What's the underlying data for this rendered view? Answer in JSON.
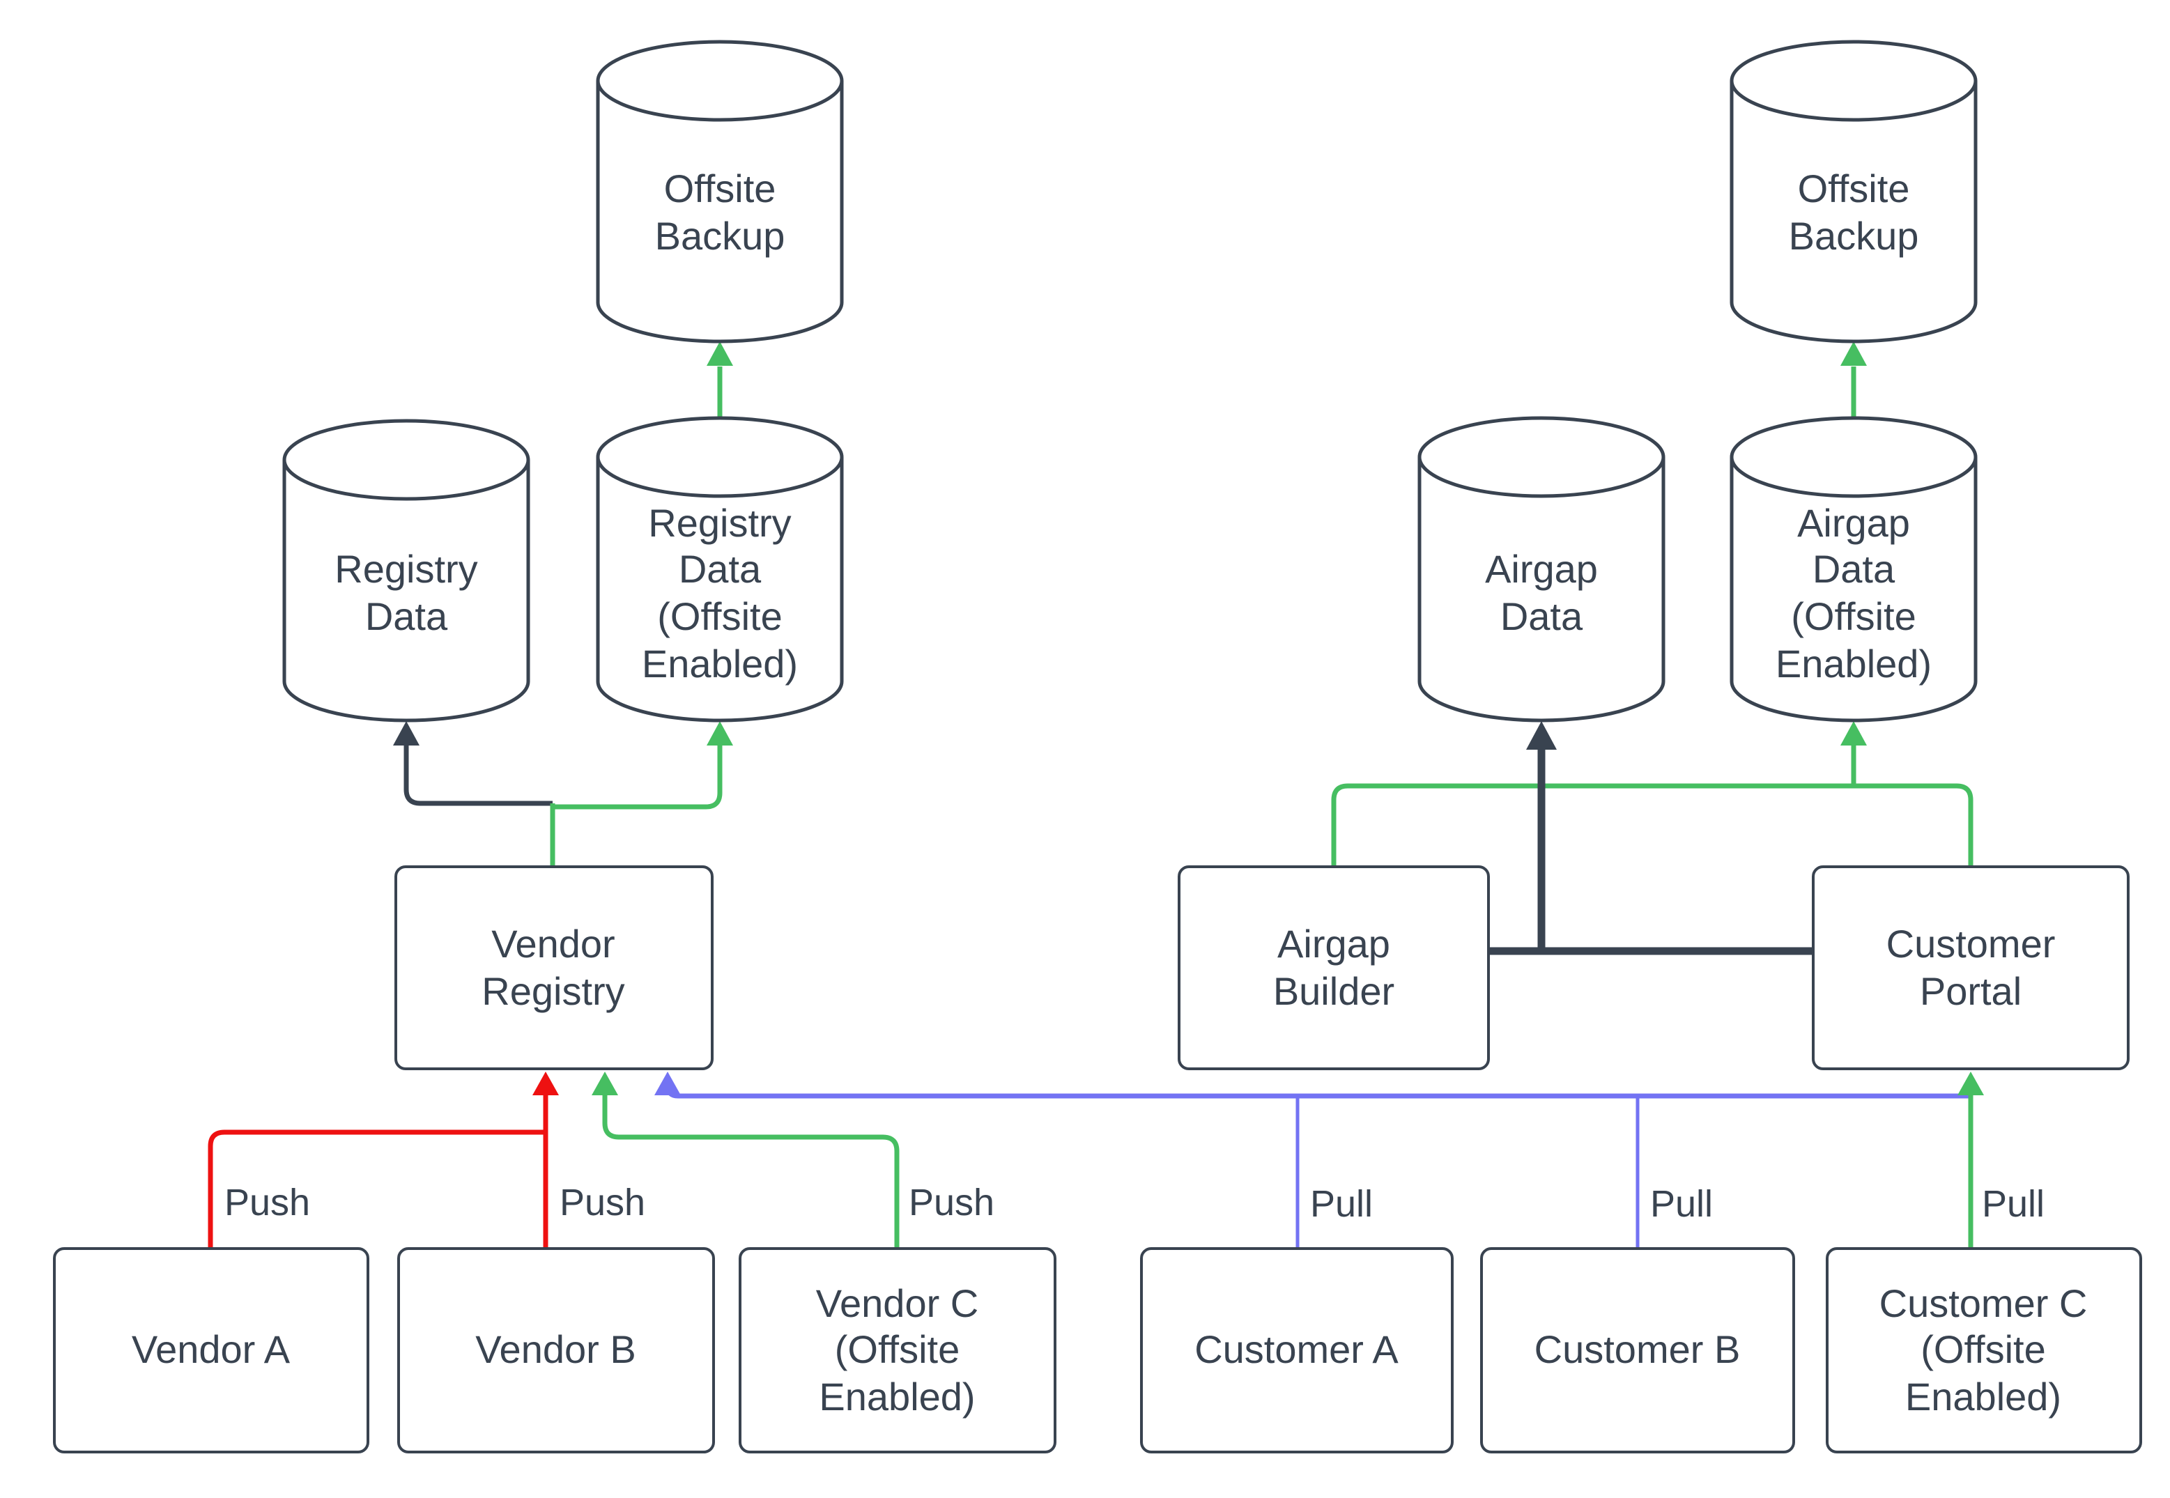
{
  "diagram": {
    "background": "#ffffff",
    "colors": {
      "ink": "#394350",
      "red": "#ee1111",
      "green": "#46be61",
      "blue": "#7373f3"
    },
    "nodes": {
      "offsite_backup_left": {
        "label": "Offsite\nBackup",
        "shape": "cylinder"
      },
      "offsite_backup_right": {
        "label": "Offsite\nBackup",
        "shape": "cylinder"
      },
      "registry_data": {
        "label": "Registry\nData",
        "shape": "cylinder"
      },
      "registry_data_offsite": {
        "label": "Registry\nData\n(Offsite\nEnabled)",
        "shape": "cylinder"
      },
      "airgap_data": {
        "label": "Airgap\nData",
        "shape": "cylinder"
      },
      "airgap_data_offsite": {
        "label": "Airgap\nData\n(Offsite\nEnabled)",
        "shape": "cylinder"
      },
      "vendor_registry": {
        "label": "Vendor\nRegistry",
        "shape": "rect"
      },
      "airgap_builder": {
        "label": "Airgap\nBuilder",
        "shape": "rect"
      },
      "customer_portal": {
        "label": "Customer\nPortal",
        "shape": "rect"
      },
      "vendor_a": {
        "label": "Vendor A",
        "shape": "rect"
      },
      "vendor_b": {
        "label": "Vendor B",
        "shape": "rect"
      },
      "vendor_c": {
        "label": "Vendor C\n(Offsite\nEnabled)",
        "shape": "rect"
      },
      "customer_a": {
        "label": "Customer A",
        "shape": "rect"
      },
      "customer_b": {
        "label": "Customer B",
        "shape": "rect"
      },
      "customer_c": {
        "label": "Customer C\n(Offsite\nEnabled)",
        "shape": "rect"
      }
    },
    "edges": [
      {
        "from": "Vendor A",
        "to": "Vendor Registry",
        "color": "red",
        "label": "Push"
      },
      {
        "from": "Vendor B",
        "to": "Vendor Registry",
        "color": "red",
        "label": "Push"
      },
      {
        "from": "Vendor C (Offsite Enabled)",
        "to": "Vendor Registry",
        "color": "green",
        "label": "Push"
      },
      {
        "from": "Customer A",
        "to": "Vendor Registry",
        "color": "blue",
        "label": "Pull"
      },
      {
        "from": "Customer B",
        "to": "Vendor Registry",
        "color": "blue",
        "label": "Pull"
      },
      {
        "from": "Customer C (Offsite Enabled)",
        "to": "Customer Portal",
        "color": "green",
        "label": "Pull"
      },
      {
        "from": "Vendor Registry",
        "to": "Registry Data",
        "color": "ink",
        "label": ""
      },
      {
        "from": "Vendor Registry",
        "to": "Registry Data (Offsite Enabled)",
        "color": "green",
        "label": ""
      },
      {
        "from": "Registry Data (Offsite Enabled)",
        "to": "Offsite Backup (left)",
        "color": "green",
        "label": ""
      },
      {
        "from": "Airgap Builder",
        "to": "Airgap Data",
        "color": "ink",
        "label": ""
      },
      {
        "from": "Customer Portal",
        "to": "Airgap Data",
        "color": "ink",
        "label": ""
      },
      {
        "from": "Customer Portal",
        "to": "Airgap Data (Offsite Enabled)",
        "color": "green",
        "label": ""
      },
      {
        "from": "Airgap Builder",
        "to": "Airgap Data (Offsite Enabled)",
        "color": "green",
        "label": ""
      },
      {
        "from": "Airgap Data (Offsite Enabled)",
        "to": "Offsite Backup (right)",
        "color": "green",
        "label": ""
      }
    ]
  }
}
